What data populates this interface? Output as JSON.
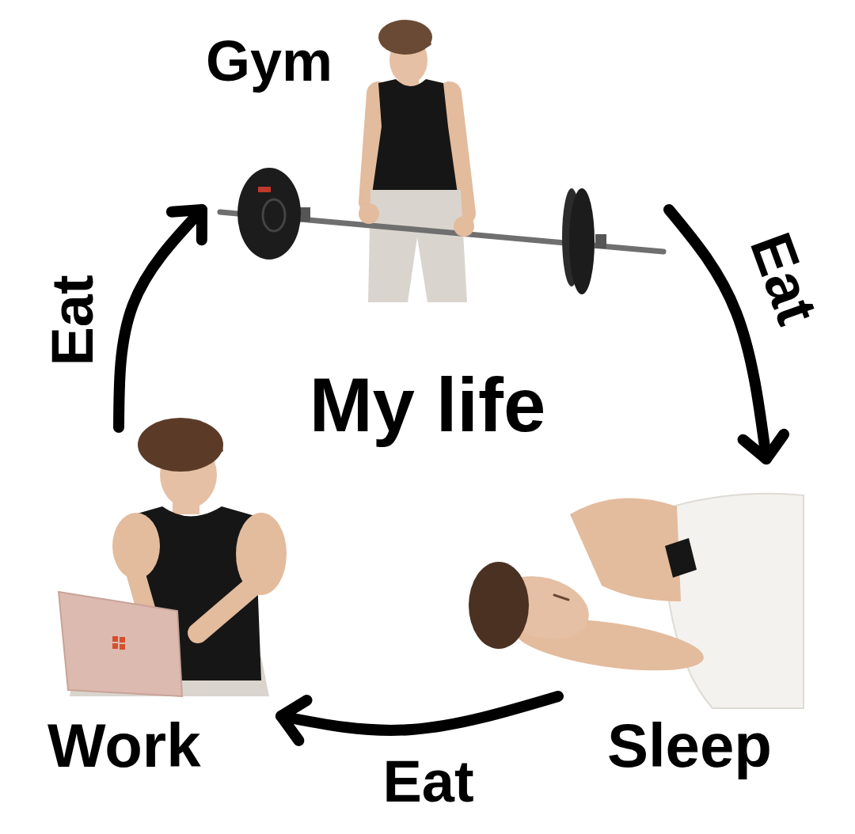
{
  "diagram": {
    "title": "My life",
    "nodes": [
      {
        "text": [
          "Gym"
        ]
      },
      {
        "text": [
          "Work"
        ]
      },
      {
        "text": [
          "Sleep"
        ]
      }
    ],
    "edges": [
      {
        "from": 0,
        "to": 2,
        "arrow": "to",
        "label": "Eat"
      },
      {
        "from": 2,
        "to": 1,
        "arrow": "to",
        "label": "Eat"
      },
      {
        "from": 1,
        "to": 0,
        "arrow": "to",
        "label": "Eat"
      }
    ]
  }
}
